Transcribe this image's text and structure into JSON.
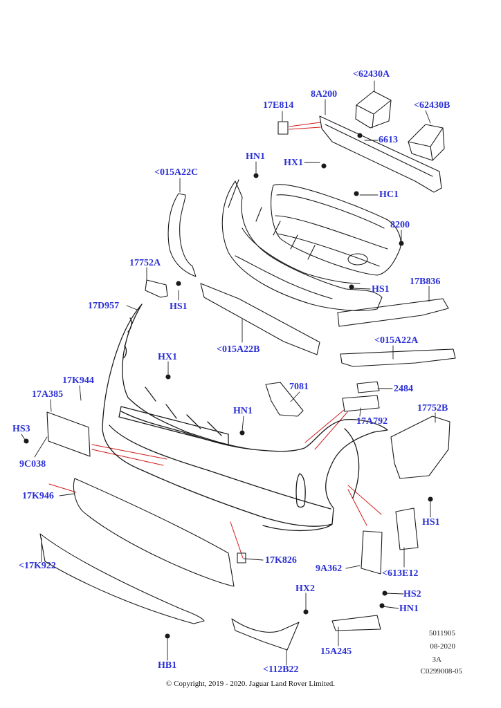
{
  "labels": {
    "l_62430A": "<62430A",
    "l_8A200": "8A200",
    "l_17E814": "17E814",
    "l_62430B": "<62430B",
    "l_6613": "6613",
    "l_HN1_top": "HN1",
    "l_HX1_top": "HX1",
    "l_015A22C": "<015A22C",
    "l_HC1": "HC1",
    "l_8200": "8200",
    "l_17752A": "17752A",
    "l_HS1_a": "HS1",
    "l_17D957": "17D957",
    "l_HS1_b": "HS1",
    "l_17B836": "17B836",
    "l_015A22B": "<015A22B",
    "l_015A22A": "<015A22A",
    "l_HX1_mid": "HX1",
    "l_17K944": "17K944",
    "l_7081": "7081",
    "l_2484": "2484",
    "l_17A385": "17A385",
    "l_HN1_mid": "HN1",
    "l_17752B": "17752B",
    "l_17A792": "17A792",
    "l_HS3": "HS3",
    "l_9C038": "9C038",
    "l_17K946": "17K946",
    "l_HS1_c": "HS1",
    "l_17K826": "17K826",
    "l_17K922": "<17K922",
    "l_9A362": "9A362",
    "l_613E12": "<613E12",
    "l_HX2": "HX2",
    "l_HS2": "HS2",
    "l_HN1_bot": "HN1",
    "l_HB1": "HB1",
    "l_15A245": "15A245",
    "l_112B22": "<112B22"
  },
  "meta": {
    "drawing_number": "5011905",
    "date": "08-2020",
    "revision": "3A",
    "catalogue_ref": "C0299008-05"
  },
  "copyright": "© Copyright, 2019 - 2020. Jaguar Land Rover Limited.",
  "colors": {
    "label": "#2a2fd4",
    "leader": "#d11a1a",
    "line_art": "#1a1a1a"
  }
}
